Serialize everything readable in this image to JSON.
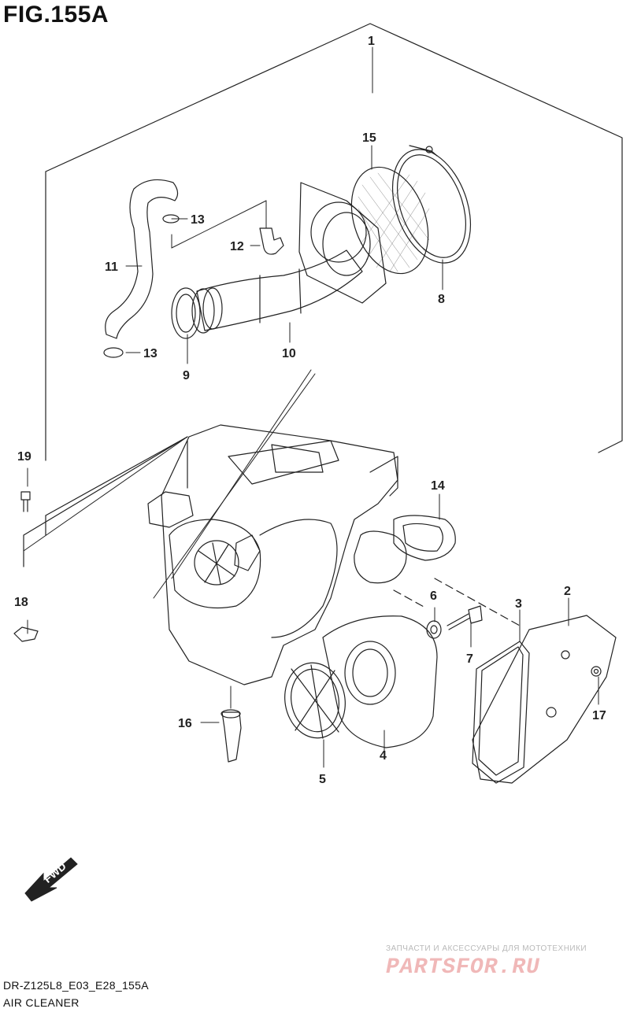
{
  "figure": {
    "title": "FIG.155A",
    "code": "DR-Z125L8_E03_E28_155A",
    "name": "AIR CLEANER"
  },
  "fwd_label": "FWD",
  "callouts": [
    "1",
    "2",
    "3",
    "4",
    "5",
    "6",
    "7",
    "8",
    "9",
    "10",
    "11",
    "12",
    "13",
    "13",
    "14",
    "15",
    "16",
    "17",
    "18",
    "19"
  ],
  "watermark": {
    "tagline": "ЗАПЧАСТИ И АКСЕССУАРЫ ДЛЯ МОТОТЕХНИКИ",
    "logo": "PARTSFOR.RU"
  },
  "colors": {
    "ink": "#222222",
    "watermark_logo": "#f0b8b8",
    "watermark_text": "#b9b9b9"
  }
}
